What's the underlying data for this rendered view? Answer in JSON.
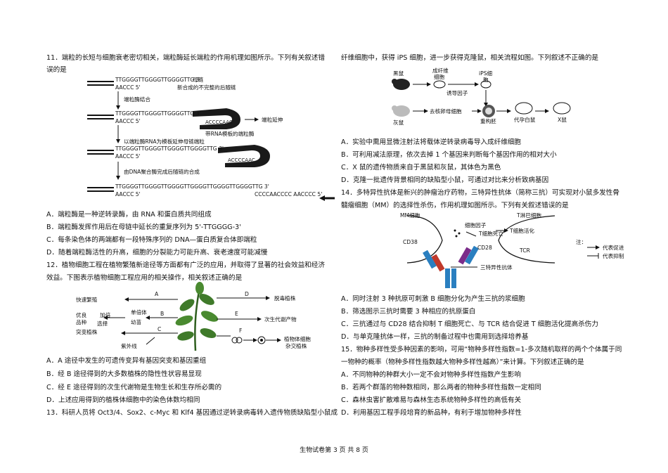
{
  "q11": {
    "stem1": "11．端粒的长短与细胞衰老密切相关，端粒酶延长端粒的作用机理如图所示。下列有关叙述错",
    "stem2": "误的是",
    "seq_top1": "TTGGGGTTGGGGTTGGGGTTG 3'",
    "seq_bot": "AACCC 5'",
    "label_mother": "母链",
    "label_incomplete": "新合成的不完整的后随链",
    "step1": "端粒酶结合",
    "seq_top2": "TTGGGGTTGGGGTTGGGGTTG 3'",
    "enzyme_seq": "ACCCCAAC",
    "label_extend": "端粒延伸",
    "label_rna_template": "带RNA模板的端粒酶",
    "step2": "以端粒酶RNA为模板延伸母链端粒",
    "seq_top3": "TTGGGGTTGGGGTTGGGGTTGGGGTTG 3'",
    "enzyme_seq2": "ACCCCAAC",
    "step3": "由DNA聚合酶完成后随链的合成",
    "seq_top4": "TTGGGGTTGGGGTTGGGGTTGGGGTTGGGGTTGGGGTTG 3'",
    "seq_bot4": "CCCCAACCCC AACCCC 5'",
    "options": [
      "A．端粒酶是一种逆转录酶，由 RNA 和蛋白质共同组成",
      "B．端粒酶发挥作用后在母链中延长的重复序列为 5'-TTGGGG-3'",
      "C．每条染色体的两端都有一段特殊序列的 DNA—蛋白质复合体即端粒",
      "D．随着端粒酶活性的升高，细胞的分裂能力可能升高、衰老速度可能减慢"
    ]
  },
  "q12": {
    "stem1": "12．植物细胞工程在植物繁殖新途径等方面都有广泛的应用，并取得了显著的社会效益和经济",
    "stem2": "效益。下图表示植物细胞工程应用的相关操作，相关叙述正确的是",
    "labels": {
      "fast": "快速繁殖",
      "fine1": "优良",
      "fine2": "品种",
      "add": "加倍",
      "select": "选择",
      "haploid": "单倍体",
      "seedling": "幼苗",
      "mutant": "突变植株",
      "uv": "紫外线",
      "detox": "脱毒植株",
      "secondary": "次生代谢产物",
      "hybrid1": "植物体细胞",
      "hybrid2": "杂交植株",
      "A": "A",
      "B": "B",
      "C": "C",
      "D": "D",
      "E": "E",
      "F": "F"
    },
    "options": [
      "A．A 途径中发生的可遗传变异有基因突变和基因重组",
      "B．经 B 途径得到的大多数植株的隐性性状容易显现",
      "C．经 E 途径得到的次生代谢物是生物生长和生存所必需的",
      "D．上述应用得到的植株体细胞中的染色体数均相同"
    ]
  },
  "q13": {
    "stem1": "13．科研人员将 Oct3/4、Sox2、c-Myc 和 Klf4 基因通过逆转录病毒转入遗传物质缺陷型小鼠成",
    "stem2": "纤维细胞中，获得 iPS 细胞，进一步获得克隆鼠，相关流程如图。下列叙述不正确的是",
    "labels": {
      "black": "黑鼠",
      "fib1": "成纤维",
      "fib2": "细胞",
      "ips1": "iPS细",
      "ips2": "胞",
      "induce": "诱导因子",
      "gray": "灰鼠",
      "denucleate": "去核卵母细胞",
      "reconstruct": "重构胚",
      "surrogate": "代孕白鼠",
      "xmouse": "X鼠"
    },
    "options": [
      "A．实验中需用显微注射法将载体逆转录病毒导入成纤维细胞",
      "B．可利用减法原理，依次去掉 1 个基因来判断每个基因作用的相对大小",
      "C．X 鼠的遗传物质来自于黑鼠和灰鼠，其体色为黑色",
      "D．克隆一批遗传背景相同的缺陷型小鼠，可通过对比来分析致病基因"
    ]
  },
  "q14": {
    "stem1": "14．多特异性抗体是新兴的肿瘤治疗药物，三特异性抗体（简称三抗）可实现对小鼠多发性骨",
    "stem2": "髓瘤细胞（MM）的选择性杀伤，作用机理如图所示。下列有关叙述错误的是",
    "labels": {
      "mm": "MM细胞",
      "t": "T淋巴细胞",
      "factor": "细胞因子",
      "activate": "T细胞活化",
      "death": "T细胞死亡",
      "cd38": "CD38",
      "cd28": "CD28",
      "tcr": "TCR",
      "trispecific": "三特异性抗体",
      "note": "注：",
      "promote": "代表促进",
      "inhibit": "代表抑制"
    },
    "options": [
      "A．同时注射 3 种抗原可刺激 B 细胞分化为产生三抗的浆细胞",
      "B．筛选图示三抗时需要 3 种相应的抗原蛋白",
      "C．三抗通过与 CD28 结合抑制 T 细胞死亡、与 TCR 结合促进 T 细胞活化提高杀伤力",
      "D．与单克隆抗体一样，三抗的制备过程中也需用到选择培养基"
    ]
  },
  "q15": {
    "stem1": "15．物种多样性受多种因素的影响，可用“物种多样性指数=1-多次随机取样的两个个体属于同",
    "stem2": "一物种的概率（物种多样性指数越大物种多样性越高）”来计算。下列叙述正确的是",
    "options": [
      "A．不同物种的种群大小一定不会对物种多样性指数产生影响",
      "B．若两个群落的物种数相同，那么两者的物种多样性指数一定相同",
      "C．森林虫害扩散难易与森林生态系统物种多样性的高低有关",
      "D．利用基因工程手段培育的新品种，有利于增加物种多样性"
    ]
  },
  "footer": "生物试卷第 3 页   共 8 页"
}
